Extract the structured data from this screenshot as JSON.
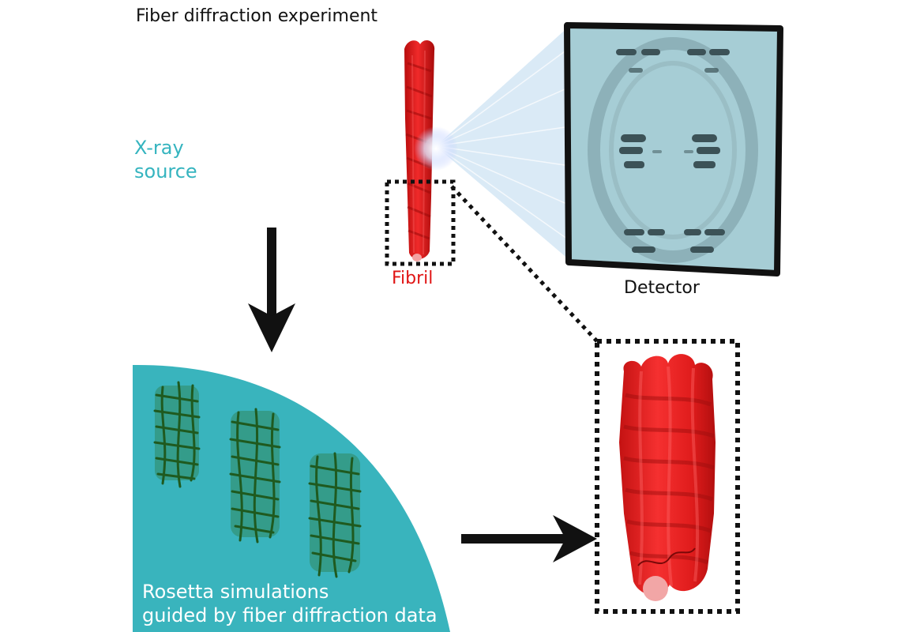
{
  "title": "Fiber diffraction experiment",
  "source_label_line1": "X-ray",
  "source_label_line2": "source",
  "fibril_label": "Fibril",
  "detector_label": "Detector",
  "rosetta_line1": "Rosetta simulations",
  "rosetta_line2": "guided by fiber diffraction data",
  "colors": {
    "teal": "#39b4bd",
    "beam": "#44b6c8",
    "fibril_red": "#e31b1b",
    "detector_bg": "#a6cdd5",
    "model_green": "#2a6b2a",
    "text_dark": "#111111"
  }
}
